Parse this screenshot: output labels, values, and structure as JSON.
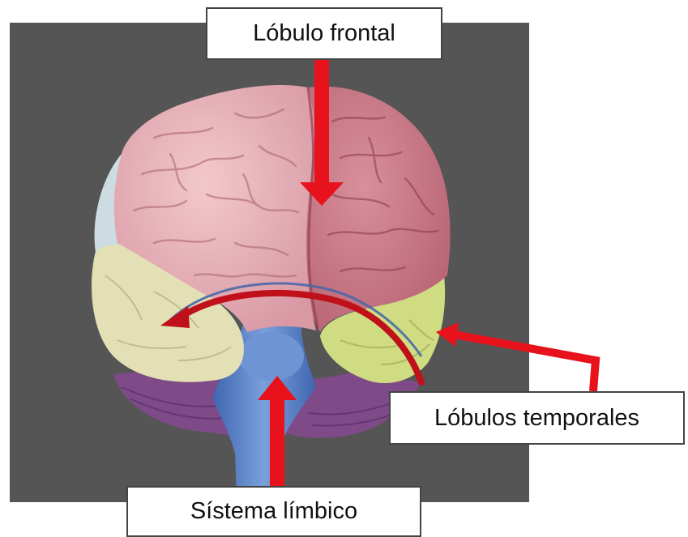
{
  "labels": {
    "frontal_lobe": "Lóbulo frontal",
    "temporal_lobes": "Lóbulos temporales",
    "limbic_system": "Sístema límbico"
  },
  "colors": {
    "background_panel": "#555555",
    "frontal_lobe": "#e6aab4",
    "right_hemisphere": "#cc7886",
    "temporal_left": "#e2e0b4",
    "temporal_right": "#cfdc82",
    "cerebellum": "#7e4a88",
    "brainstem": "#5a82c8",
    "pointer_arrow": "#e8121c",
    "curved_arrow": "#c0101a",
    "blue_arc": "#4a68a8"
  }
}
